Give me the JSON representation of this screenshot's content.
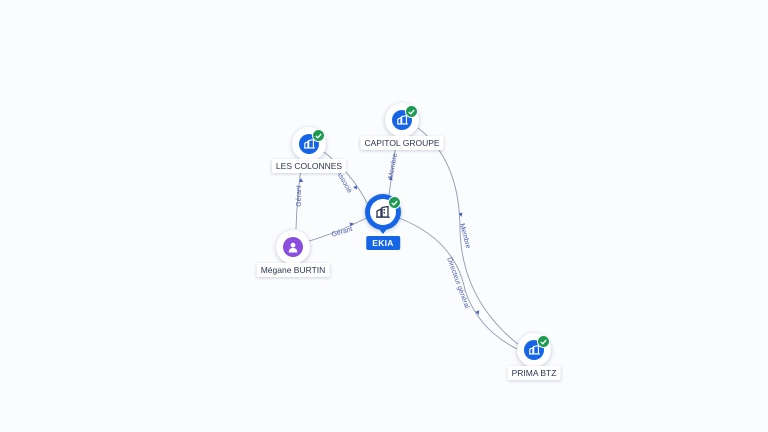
{
  "nodes": {
    "ekia": {
      "label": "EKIA",
      "type": "company",
      "verified": true,
      "main": true
    },
    "les_colonnes": {
      "label": "LES COLONNES",
      "type": "company",
      "verified": true
    },
    "capitol_groupe": {
      "label": "CAPITOL GROUPE",
      "type": "company",
      "verified": true
    },
    "prima_btz": {
      "label": "PRIMA BTZ",
      "type": "company",
      "verified": true
    },
    "megane_burtin": {
      "label": "Mégane BURTIN",
      "type": "person",
      "verified": false
    }
  },
  "edges": [
    {
      "from": "megane_burtin",
      "to": "ekia",
      "label": "Gérant"
    },
    {
      "from": "megane_burtin",
      "to": "les_colonnes",
      "label": "Gérant"
    },
    {
      "from": "les_colonnes",
      "to": "ekia",
      "label": "Associé"
    },
    {
      "from": "capitol_groupe",
      "to": "ekia",
      "label": "Membre"
    },
    {
      "from": "capitol_groupe",
      "to": "prima_btz",
      "label": "Membre"
    },
    {
      "from": "ekia",
      "to": "prima_btz",
      "label": "Directeur général"
    }
  ],
  "colors": {
    "company": "#1565e6",
    "person": "#8a4dde",
    "verified": "#1f9a52",
    "edge": "#8f9bb0",
    "edge_label": "#4b5ea8"
  },
  "icons": {
    "company": "building-icon",
    "person": "person-icon",
    "verified": "check-icon"
  }
}
